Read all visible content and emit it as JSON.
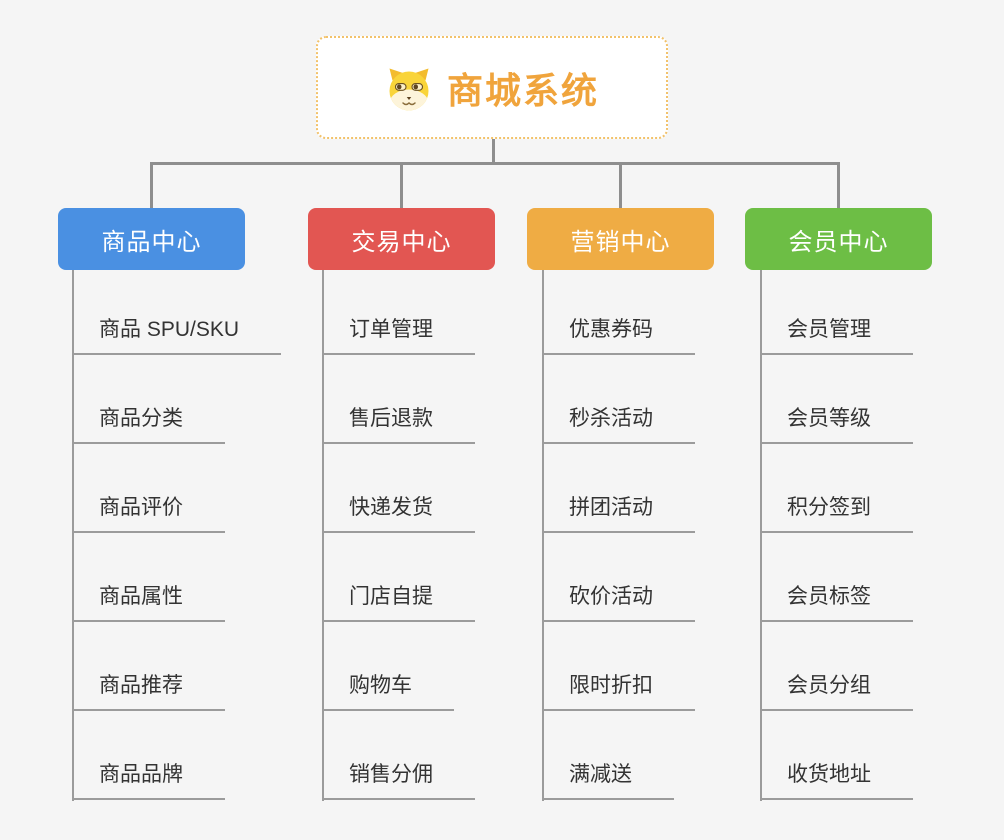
{
  "page": {
    "background_color": "#f5f5f5",
    "connector_color": "#8e8e8e",
    "leaf_line_color": "#9b9b9b",
    "leaf_text_color": "#333333"
  },
  "root": {
    "title": "商城系统",
    "icon": "doge-icon",
    "title_color": "#f0a43c",
    "border_color": "#f2c26b"
  },
  "branches": [
    {
      "label": "商品中心",
      "color": "#4a90e2",
      "items": [
        "商品 SPU/SKU",
        "商品分类",
        "商品评价",
        "商品属性",
        "商品推荐",
        "商品品牌"
      ]
    },
    {
      "label": "交易中心",
      "color": "#e25652",
      "items": [
        "订单管理",
        "售后退款",
        "快递发货",
        "门店自提",
        "购物车",
        "销售分佣"
      ]
    },
    {
      "label": "营销中心",
      "color": "#efac44",
      "items": [
        "优惠券码",
        "秒杀活动",
        "拼团活动",
        "砍价活动",
        "限时折扣",
        "满减送"
      ]
    },
    {
      "label": "会员中心",
      "color": "#6dbe45",
      "items": [
        "会员管理",
        "会员等级",
        "积分签到",
        "会员标签",
        "会员分组",
        "收货地址"
      ]
    }
  ]
}
